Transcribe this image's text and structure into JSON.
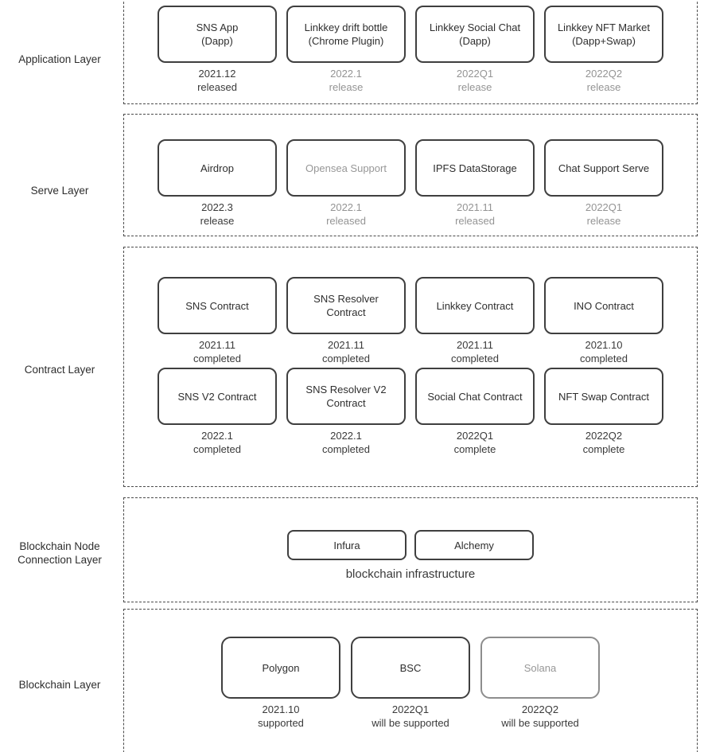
{
  "colors": {
    "background": "#ffffff",
    "dashed_border": "#4a4a4a",
    "border_dark": "#3f3f3f",
    "border_gray": "#8d8d8d",
    "text_dark": "#2e2e2e",
    "text_gray": "#979797",
    "caption_dark": "#3a3a3a",
    "caption_gray": "#949494"
  },
  "layers": [
    {
      "label_line1": "Application Layer",
      "label_line2": "",
      "rows": [
        {
          "items": [
            {
              "line1": "SNS App",
              "line2": "(Dapp)",
              "date": "2021.12",
              "status": "released"
            },
            {
              "line1": "Linkkey drift bottle",
              "line2": "(Chrome Plugin)",
              "date": "2022.1",
              "status": "release"
            },
            {
              "line1": "Linkkey Social Chat",
              "line2": "(Dapp)",
              "date": "2022Q1",
              "status": "release"
            },
            {
              "line1": "Linkkey NFT Market",
              "line2": "(Dapp+Swap)",
              "date": "2022Q2",
              "status": "release"
            }
          ]
        }
      ]
    },
    {
      "label_line1": "Serve Layer",
      "label_line2": "",
      "rows": [
        {
          "items": [
            {
              "line1": "Airdrop",
              "line2": "",
              "date": "2022.3",
              "status": "release"
            },
            {
              "line1": "Opensea Support",
              "line2": "",
              "date": "2022.1",
              "status": "released"
            },
            {
              "line1": "IPFS DataStorage",
              "line2": "",
              "date": "2021.11",
              "status": "released"
            },
            {
              "line1": "Chat Support Serve",
              "line2": "",
              "date": "2022Q1",
              "status": "release"
            }
          ]
        }
      ]
    },
    {
      "label_line1": "Contract Layer",
      "label_line2": "",
      "rows": [
        {
          "items": [
            {
              "line1": "SNS Contract",
              "line2": "",
              "date": "2021.11",
              "status": "completed"
            },
            {
              "line1": "SNS Resolver",
              "line2": "Contract",
              "date": "2021.11",
              "status": "completed"
            },
            {
              "line1": "Linkkey Contract",
              "line2": "",
              "date": "2021.11",
              "status": "completed"
            },
            {
              "line1": "INO Contract",
              "line2": "",
              "date": "2021.10",
              "status": "completed"
            }
          ]
        },
        {
          "items": [
            {
              "line1": "SNS V2 Contract",
              "line2": "",
              "date": "2022.1",
              "status": "completed"
            },
            {
              "line1": "SNS Resolver V2",
              "line2": "Contract",
              "date": "2022.1",
              "status": "completed"
            },
            {
              "line1": "Social Chat Contract",
              "line2": "",
              "date": "2022Q1",
              "status": "complete"
            },
            {
              "line1": "NFT Swap Contract",
              "line2": "",
              "date": "2022Q2",
              "status": "complete"
            }
          ]
        }
      ]
    },
    {
      "label_line1": "Blockchain Node",
      "label_line2": "Connection Layer",
      "note": "blockchain infrastructure",
      "rows": [
        {
          "items": [
            {
              "line1": "Infura",
              "line2": ""
            },
            {
              "line1": "Alchemy",
              "line2": ""
            }
          ]
        }
      ]
    },
    {
      "label_line1": "Blockchain Layer",
      "label_line2": "",
      "rows": [
        {
          "items": [
            {
              "line1": "Polygon",
              "line2": "",
              "date": "2021.10",
              "status": "supported"
            },
            {
              "line1": "BSC",
              "line2": "",
              "date": "2022Q1",
              "status": "will be supported"
            },
            {
              "line1": "Solana",
              "line2": "",
              "date": "2022Q2",
              "status": "will be supported"
            }
          ]
        }
      ]
    }
  ]
}
